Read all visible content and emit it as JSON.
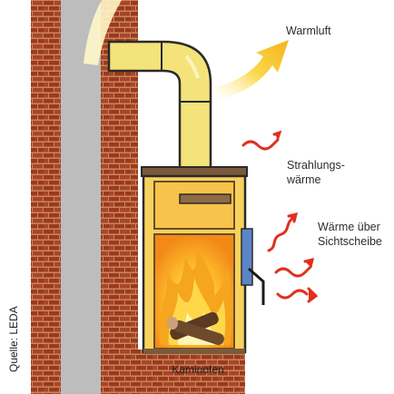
{
  "labels": {
    "warm_air": "Warmluft",
    "radiant_heat_line1": "Strahlungs-",
    "radiant_heat_line2": "wärme",
    "window_heat_line1": "Wärme über",
    "window_heat_line2": "Sichtscheibe",
    "stove": "Kaminofen",
    "source": "Quelle: LEDA"
  },
  "colors": {
    "brick": "#9a3a1e",
    "mortar": "#c9865a",
    "chimney_flue": "#b9b9b9",
    "pipe": "#f3e27a",
    "stove_body": "#f7d96a",
    "fire_orange": "#f39a1c",
    "heat_arrow_red": "#e0301f",
    "warm_air_yellow": "#f6c21c",
    "glass_blue": "#5a86c8"
  }
}
